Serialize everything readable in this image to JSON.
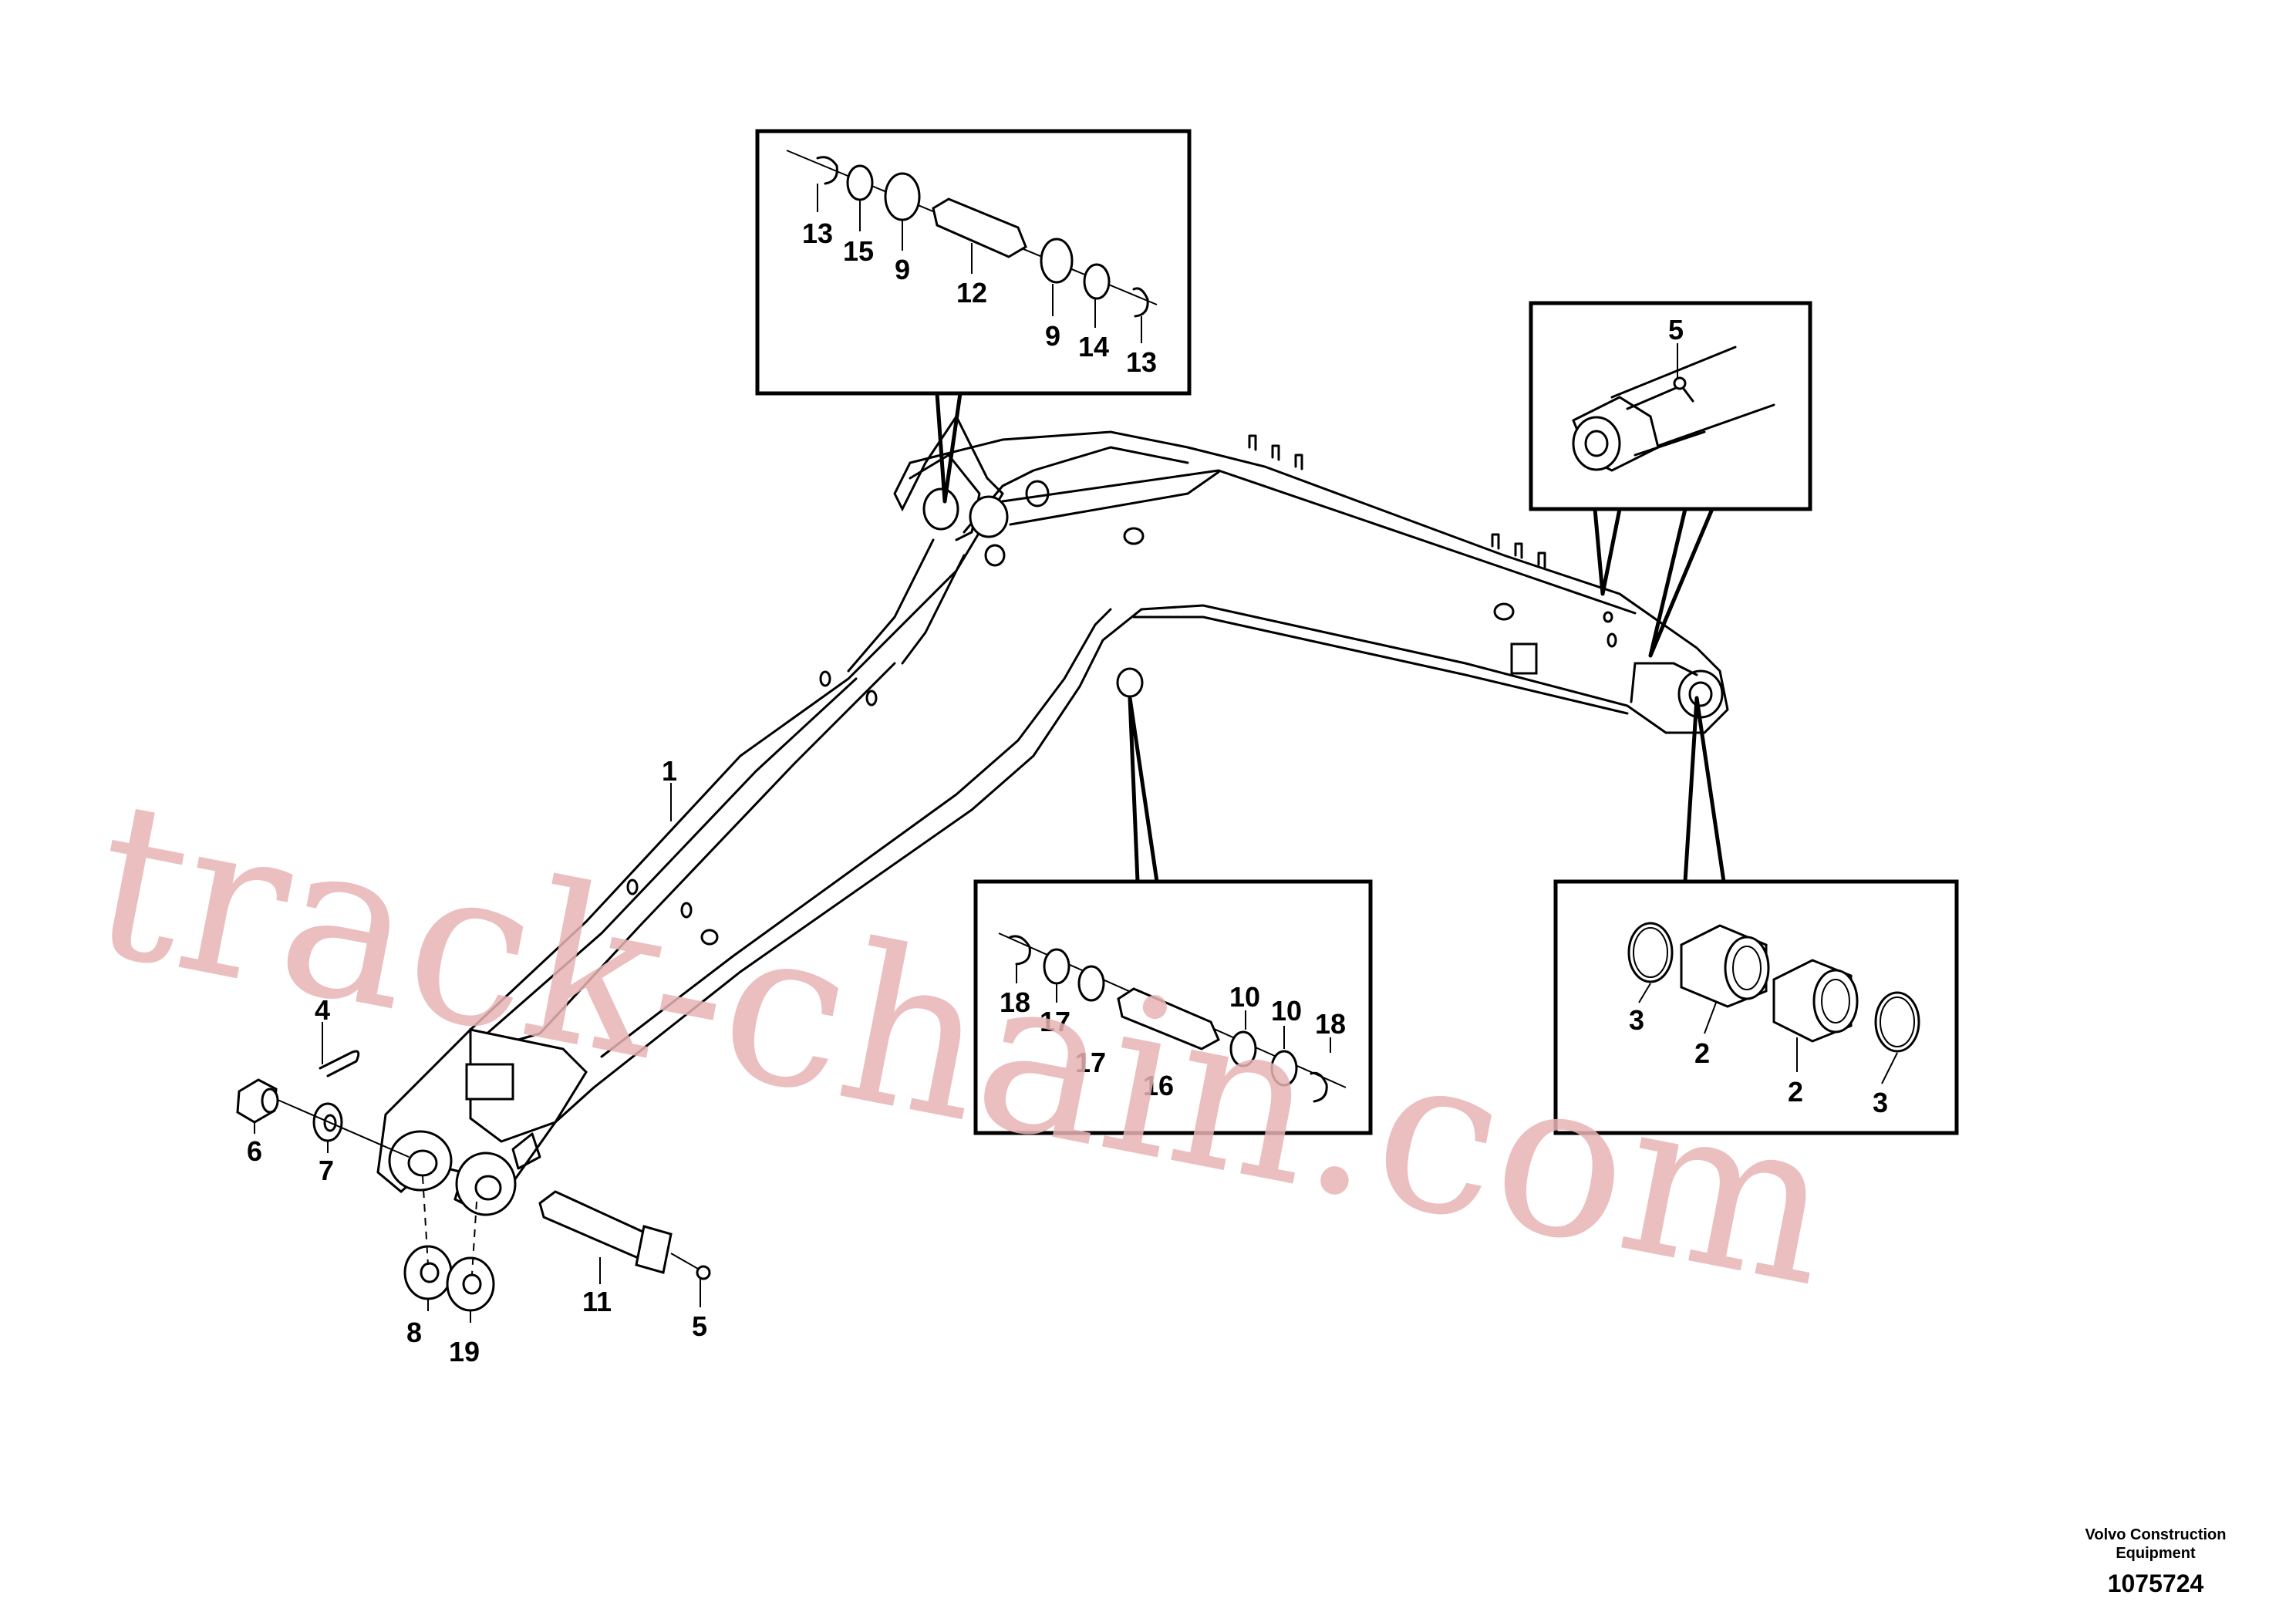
{
  "callouts": {
    "c1": "1",
    "c2a": "2",
    "c2b": "2",
    "c3a": "3",
    "c3b": "3",
    "c4": "4",
    "c5a": "5",
    "c5b": "5",
    "c6": "6",
    "c7": "7",
    "c8": "8",
    "c9a": "9",
    "c9b": "9",
    "c10a": "10",
    "c10b": "10",
    "c11": "11",
    "c12": "12",
    "c13a": "13",
    "c13b": "13",
    "c14": "14",
    "c15": "15",
    "c16": "16",
    "c17a": "17",
    "c17b": "17",
    "c18a": "18",
    "c18b": "18",
    "c19": "19"
  },
  "footer": {
    "company_line1": "Volvo Construction",
    "company_line2": "Equipment",
    "drawing_number": "1075724"
  },
  "watermark": "track-chain.com"
}
